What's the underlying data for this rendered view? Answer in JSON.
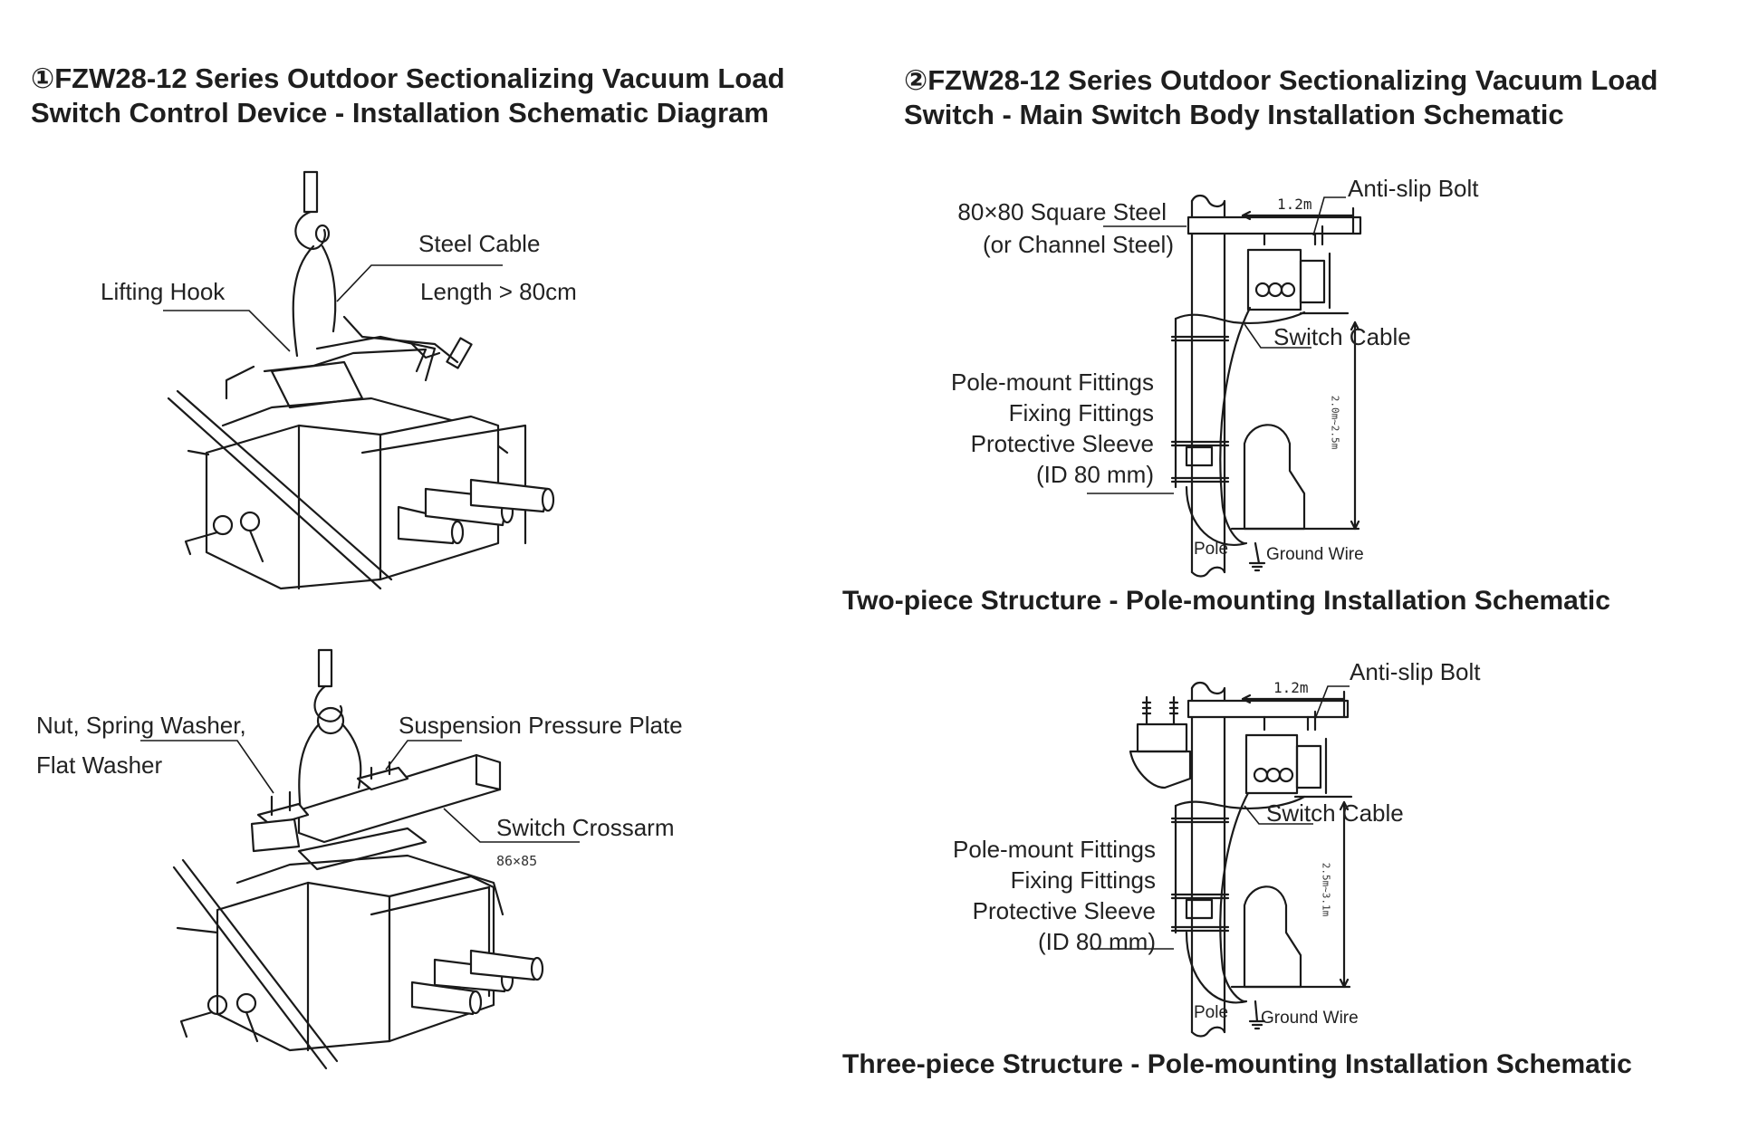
{
  "section1": {
    "title_line1": "①FZW28-12 Series Outdoor Sectionalizing Vacuum Load",
    "title_line2": "Switch Control Device - Installation Schematic Diagram",
    "diagram_a": {
      "labels": {
        "lifting_hook": "Lifting Hook",
        "steel_cable": "Steel Cable",
        "cable_length": "Length > 80cm"
      }
    },
    "diagram_b": {
      "labels": {
        "nut_washer_line1": "Nut, Spring Washer,",
        "nut_washer_line2": "Flat Washer",
        "suspension_plate": "Suspension Pressure Plate",
        "switch_crossarm": "Switch Crossarm",
        "crossarm_size": "86×85"
      }
    }
  },
  "section2": {
    "title_line1": "②FZW28-12 Series Outdoor Sectionalizing Vacuum Load",
    "title_line2": "Switch - Main Switch Body Installation Schematic",
    "two_piece": {
      "caption": "Two-piece Structure - Pole-mounting Installation Schematic",
      "labels": {
        "square_steel_line1": "80×80 Square Steel",
        "square_steel_line2": "(or Channel Steel)",
        "anti_slip_bolt": "Anti-slip Bolt",
        "span": "1.2m",
        "switch_cable": "Switch Cable",
        "pole_mount": "Pole-mount Fittings",
        "fixing": "Fixing Fittings",
        "sleeve": "Protective Sleeve",
        "sleeve_id": "(ID 80 mm)",
        "pole": "Pole",
        "ground_wire": "Ground Wire",
        "height": "2.0m~2.5m"
      }
    },
    "three_piece": {
      "caption": "Three-piece Structure - Pole-mounting Installation Schematic",
      "labels": {
        "anti_slip_bolt": "Anti-slip Bolt",
        "span": "1.2m",
        "switch_cable": "Switch Cable",
        "pole_mount": "Pole-mount Fittings",
        "fixing": "Fixing Fittings",
        "sleeve": "Protective Sleeve",
        "sleeve_id": "(ID 80 mm)",
        "pole": "Pole",
        "ground_wire": "Ground Wire",
        "height": "2.5m~3.1m"
      }
    }
  }
}
